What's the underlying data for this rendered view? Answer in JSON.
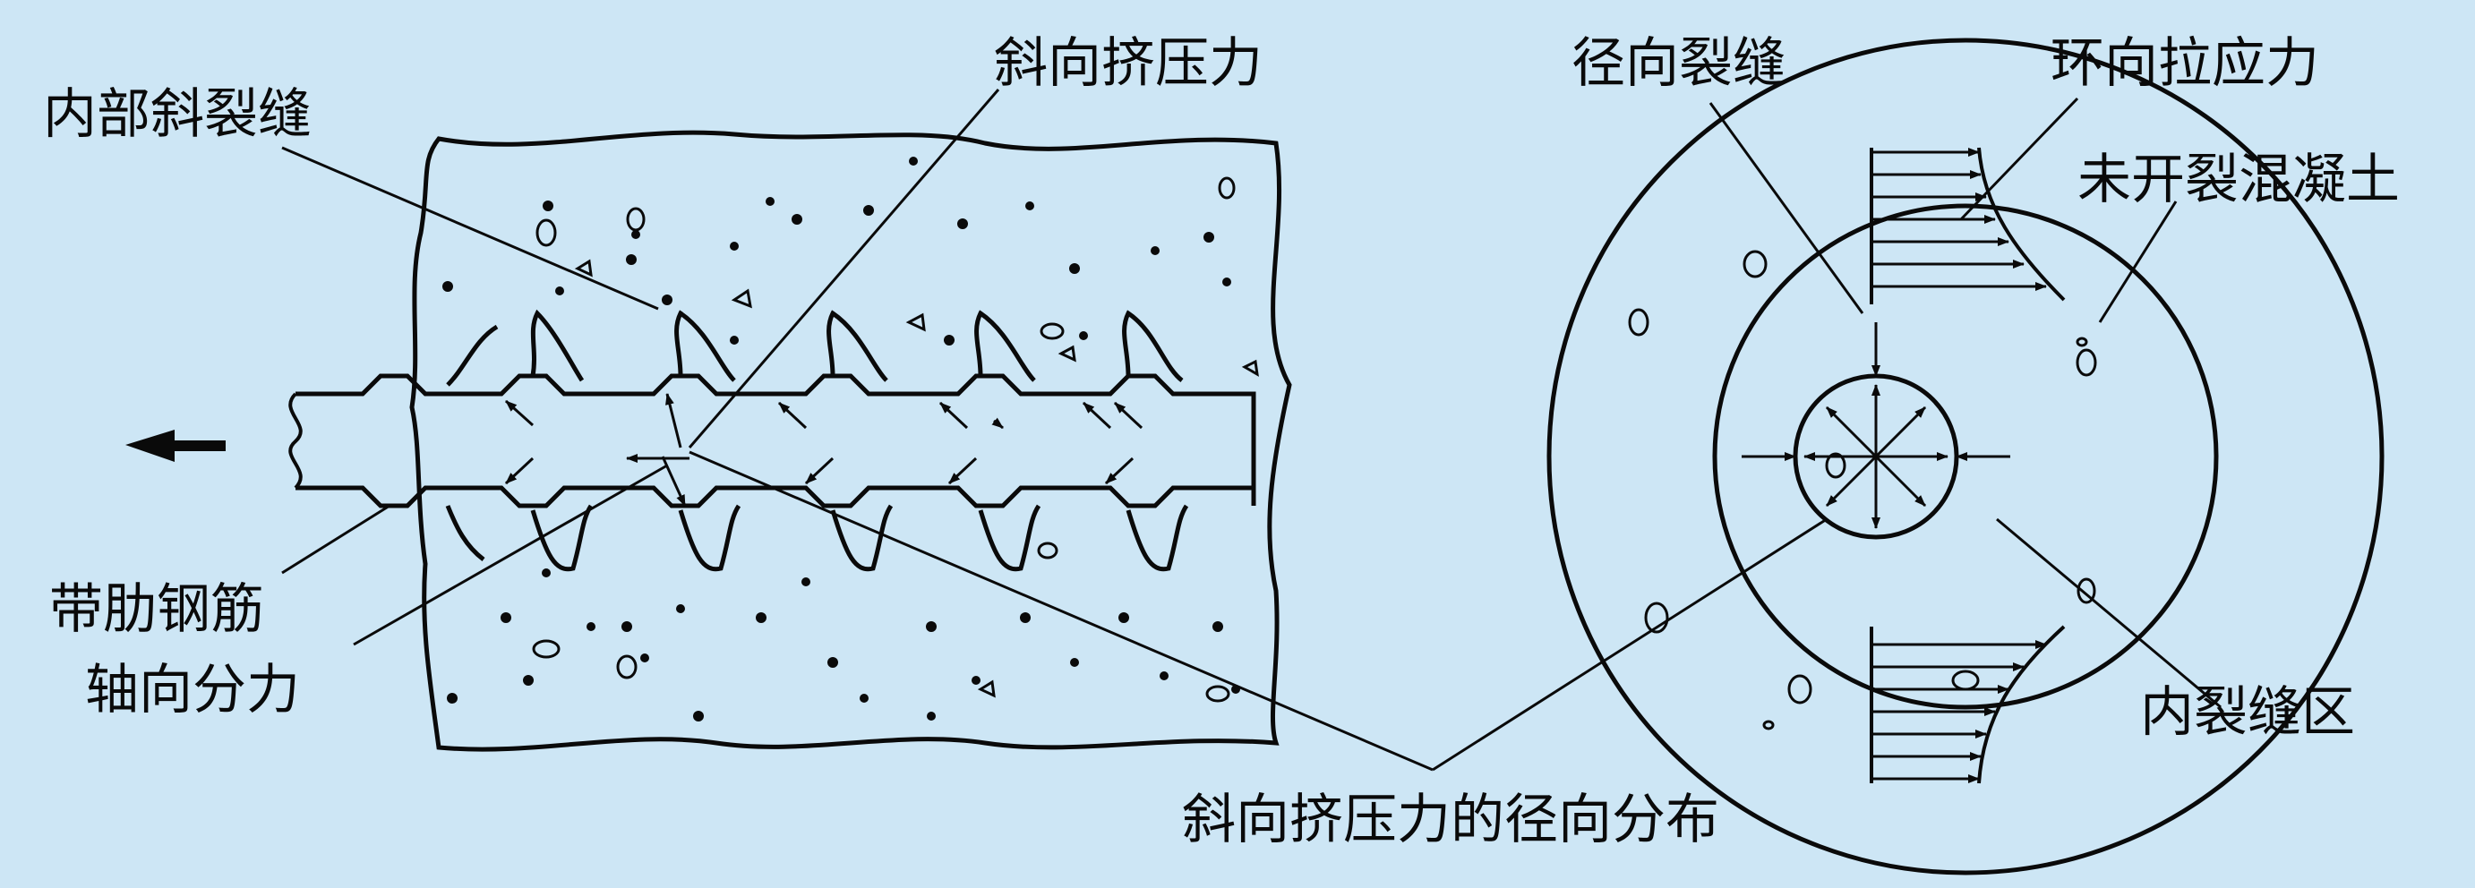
{
  "labels": {
    "internal_oblique_crack": "内部斜裂缝",
    "oblique_compression": "斜向挤压力",
    "radial_crack": "径向裂缝",
    "hoop_tension": "环向拉应力",
    "uncracked_concrete": "未开裂混凝土",
    "ribbed_bar": "带肋钢筋",
    "axial_component": "轴向分力",
    "internal_crack_zone": "内裂缝区",
    "radial_distribution": "斜向挤压力的径向分布"
  },
  "colors": {
    "background": "#cde6f5",
    "concrete_fill": "#cde6f5",
    "ink": "#0a0a0a"
  }
}
